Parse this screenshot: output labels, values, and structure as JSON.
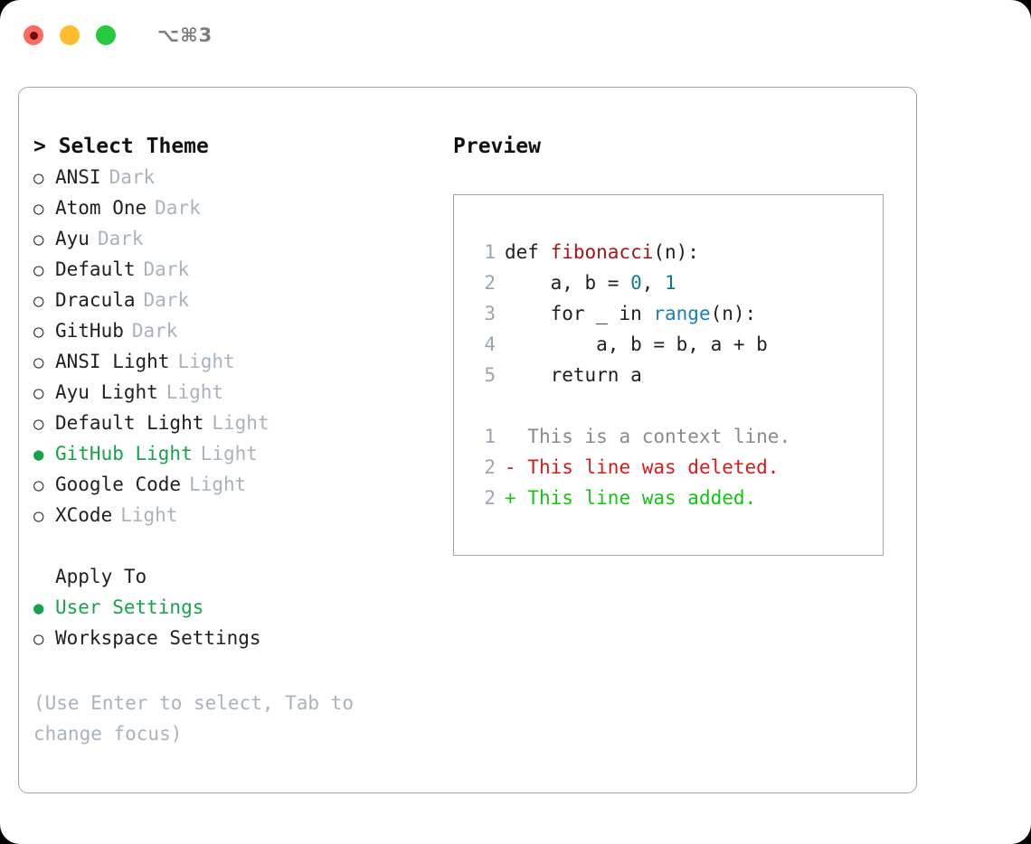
{
  "titlebar": {
    "shortcut": "⌥⌘3",
    "dots": [
      {
        "name": "close",
        "color": "#ff6a60"
      },
      {
        "name": "minimize",
        "color": "#ffbd2e"
      },
      {
        "name": "maximize",
        "color": "#27c93f"
      }
    ]
  },
  "theme_section": {
    "heading": "> Select Theme",
    "selected_marker": "●",
    "unselected_marker": "○",
    "items": [
      {
        "label": "ANSI",
        "tag": "Dark",
        "selected": false
      },
      {
        "label": "Atom One",
        "tag": "Dark",
        "selected": false
      },
      {
        "label": "Ayu",
        "tag": "Dark",
        "selected": false
      },
      {
        "label": "Default",
        "tag": "Dark",
        "selected": false
      },
      {
        "label": "Dracula",
        "tag": "Dark",
        "selected": false
      },
      {
        "label": "GitHub",
        "tag": "Dark",
        "selected": false
      },
      {
        "label": "ANSI Light",
        "tag": "Light",
        "selected": false
      },
      {
        "label": "Ayu Light",
        "tag": "Light",
        "selected": false
      },
      {
        "label": "Default Light",
        "tag": "Light",
        "selected": false
      },
      {
        "label": "GitHub Light",
        "tag": "Light",
        "selected": true
      },
      {
        "label": "Google Code",
        "tag": "Light",
        "selected": false
      },
      {
        "label": "XCode",
        "tag": "Light",
        "selected": false
      }
    ]
  },
  "apply_section": {
    "heading": "Apply To",
    "items": [
      {
        "label": "User Settings",
        "selected": true
      },
      {
        "label": "Workspace Settings",
        "selected": false
      }
    ]
  },
  "hint": "(Use Enter to select, Tab to change focus)",
  "preview": {
    "heading": "Preview",
    "code_lines": [
      {
        "no": "1",
        "segments": [
          {
            "text": "def ",
            "type": "plain"
          },
          {
            "text": "fibonacci",
            "type": "fn"
          },
          {
            "text": "(n):",
            "type": "plain"
          }
        ]
      },
      {
        "no": "2",
        "segments": [
          {
            "text": "    a, b = ",
            "type": "plain"
          },
          {
            "text": "0",
            "type": "num"
          },
          {
            "text": ", ",
            "type": "plain"
          },
          {
            "text": "1",
            "type": "num"
          }
        ]
      },
      {
        "no": "3",
        "segments": [
          {
            "text": "    for _ in ",
            "type": "plain"
          },
          {
            "text": "range",
            "type": "call"
          },
          {
            "text": "(n):",
            "type": "plain"
          }
        ]
      },
      {
        "no": "4",
        "segments": [
          {
            "text": "        a, b = b, a + b",
            "type": "plain"
          }
        ]
      },
      {
        "no": "5",
        "segments": [
          {
            "text": "    return a",
            "type": "plain"
          }
        ]
      }
    ],
    "diff_lines": [
      {
        "no": "1",
        "prefix": "  ",
        "text": "This is a context line.",
        "kind": "context"
      },
      {
        "no": "2",
        "prefix": "- ",
        "text": "This line was deleted.",
        "kind": "deleted"
      },
      {
        "no": "2",
        "prefix": "+ ",
        "text": "This line was added.",
        "kind": "added"
      }
    ]
  },
  "colors": {
    "accent_green": "#16a34a",
    "muted": "#a9b2bd",
    "border": "#9aa5b1",
    "keyword_fn": "#a01818",
    "builtin_call": "#1a7fbf",
    "number": "#0d7f80",
    "diff_add": "#14c414",
    "diff_del": "#d61b1b"
  }
}
